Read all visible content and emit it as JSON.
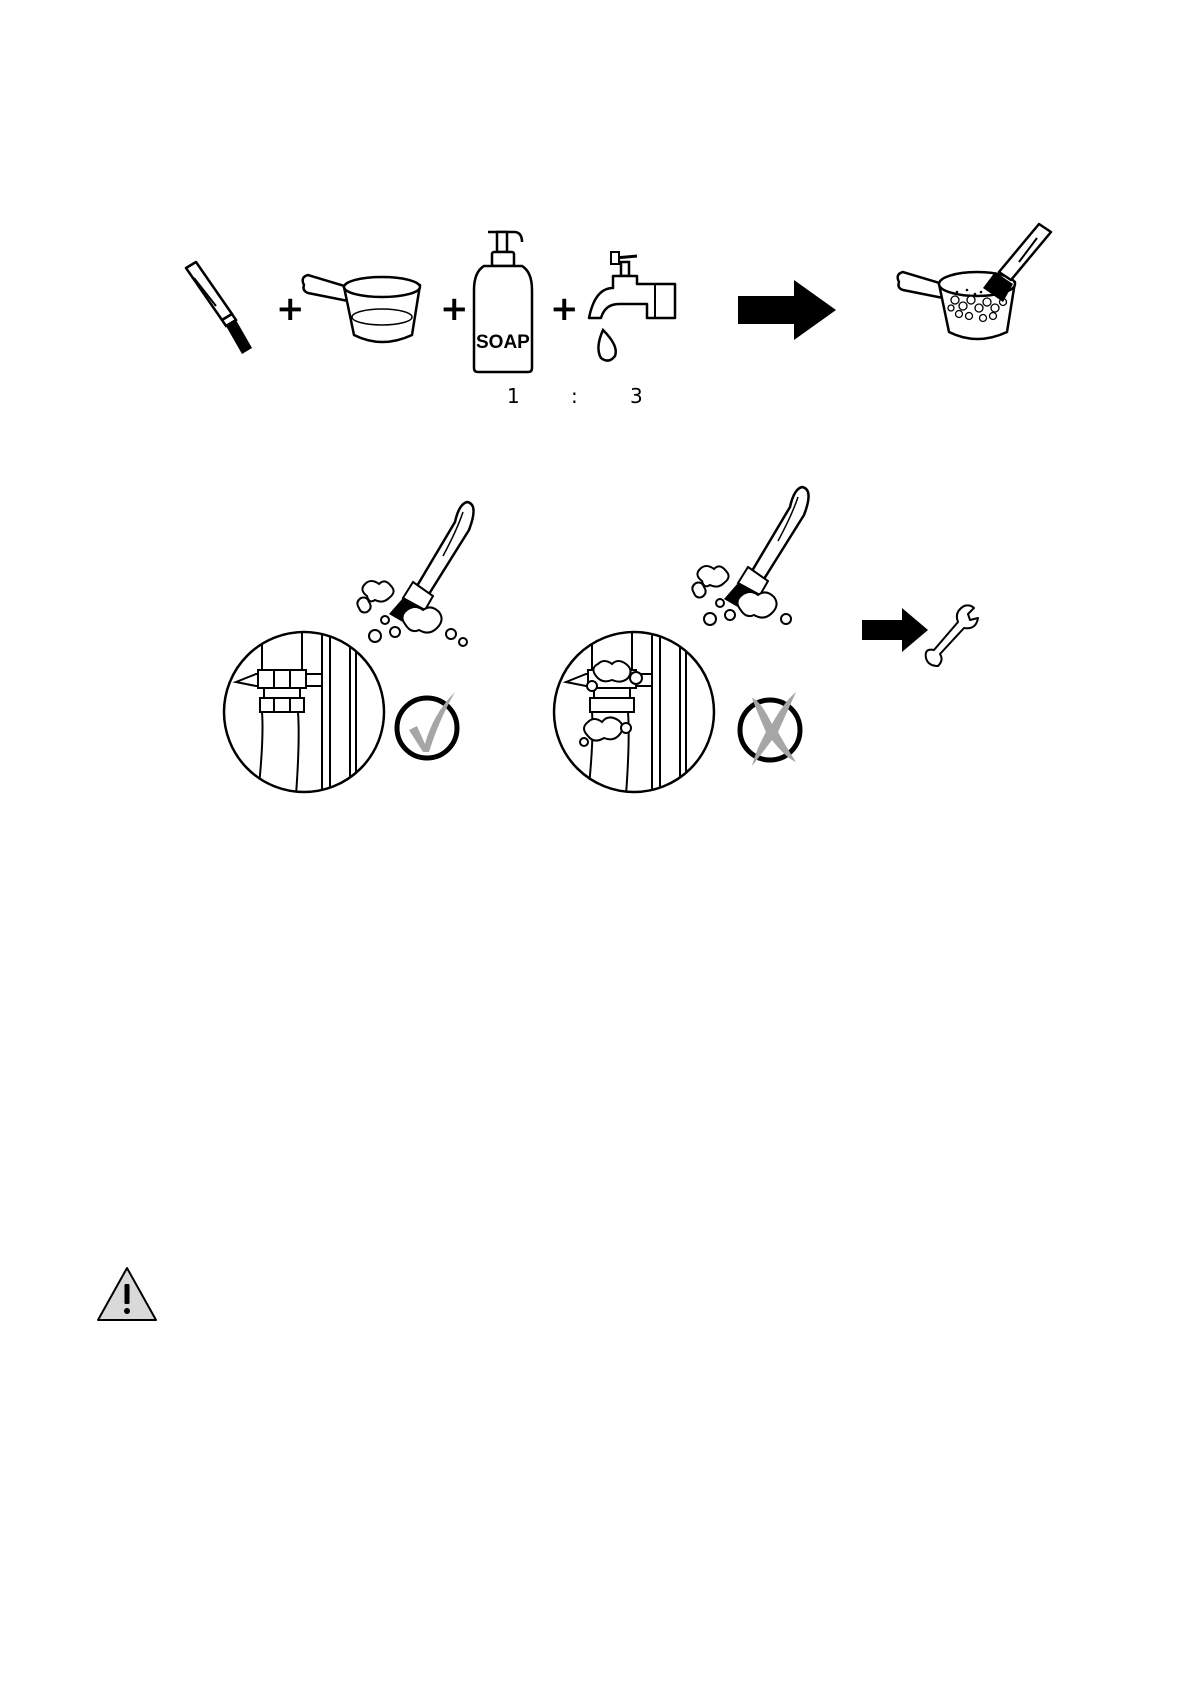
{
  "step1": {
    "plus_sign": "+",
    "soap_label": "SOAP",
    "ratio": {
      "soap_part": "1",
      "separator": ":",
      "water_part": "3"
    },
    "icons": [
      "brush-icon",
      "bowl-icon",
      "soap-bottle-icon",
      "water-tap-icon",
      "arrow-right-icon",
      "bowl-with-foam-and-brush-icon"
    ]
  },
  "step2": {
    "icons": [
      "brush-with-foam-icon",
      "pipe-joint-no-bubbles-icon",
      "check-mark-icon",
      "brush-with-foam-icon",
      "pipe-joint-with-bubbles-icon",
      "cross-mark-icon",
      "arrow-right-icon",
      "wrench-icon"
    ]
  },
  "warning": {
    "icon": "warning-triangle-icon"
  }
}
